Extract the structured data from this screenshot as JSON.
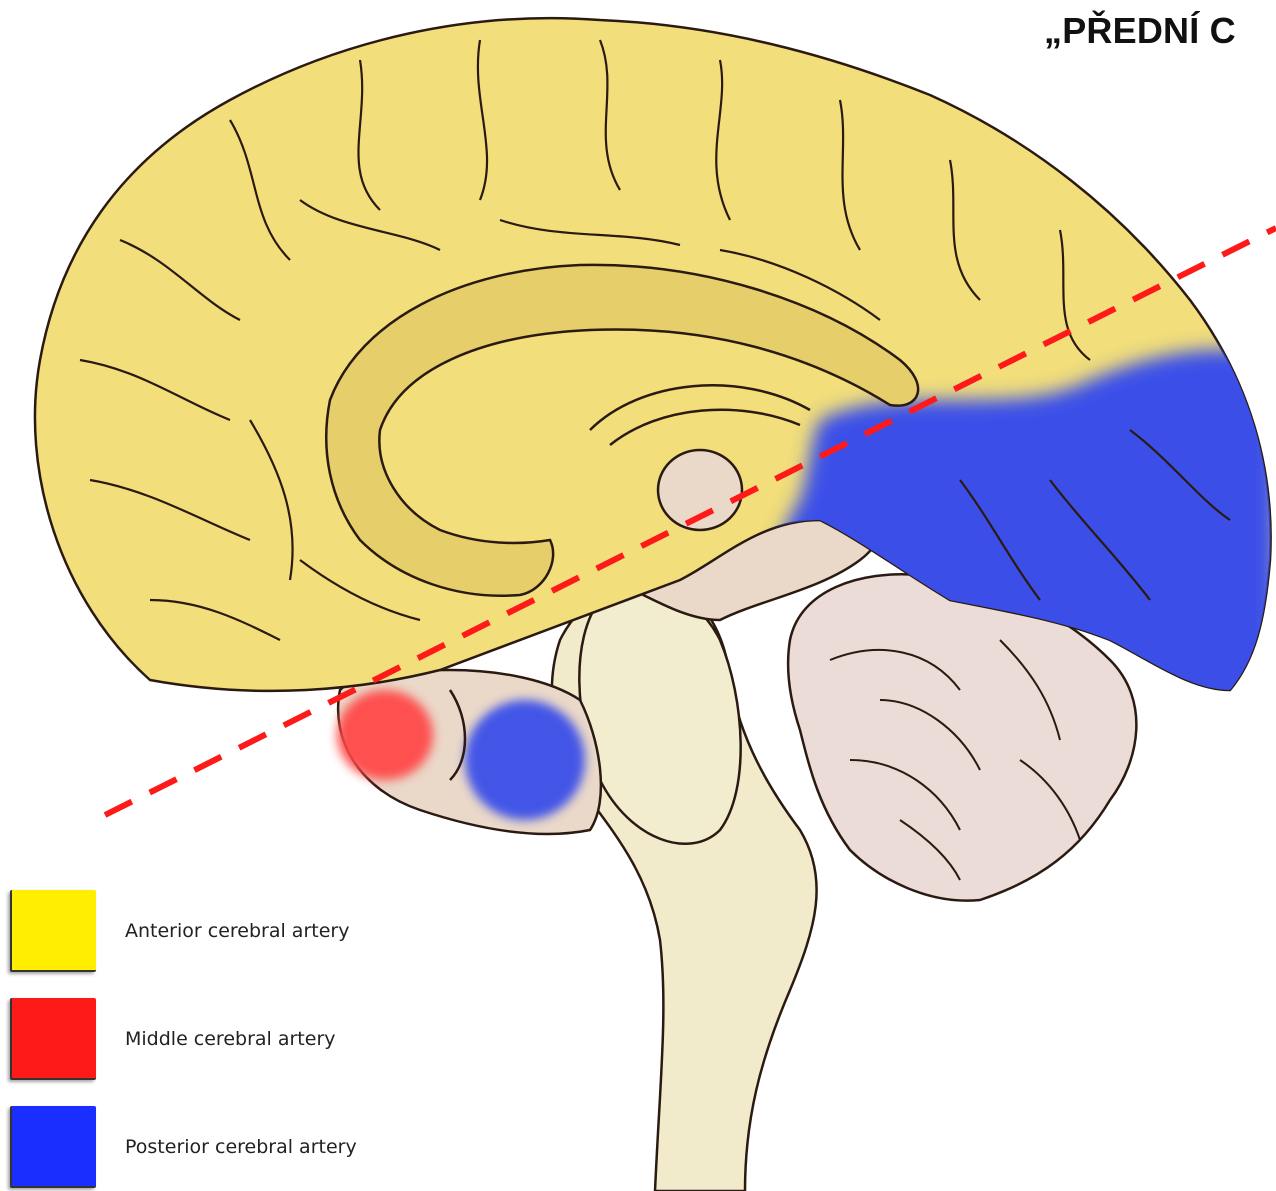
{
  "title": "„PŘEDNÍ C",
  "legend": [
    {
      "label": "Anterior cerebral artery",
      "color": "#ffee00"
    },
    {
      "label": "Middle cerebral artery",
      "color": "#ff1a1a"
    },
    {
      "label": "Posterior cerebral artery",
      "color": "#1a2eff"
    }
  ],
  "region_colors": {
    "anterior": "#f2de7a",
    "middle": "#ff4a4a",
    "posterior": "#3a4fe8",
    "brainstem": "#f1ebcb",
    "cerebellum": "#ecdcd8",
    "diencephalon": "#ead8c8",
    "outline": "#2a1a12",
    "dashed_line": "#ff1a1a"
  }
}
